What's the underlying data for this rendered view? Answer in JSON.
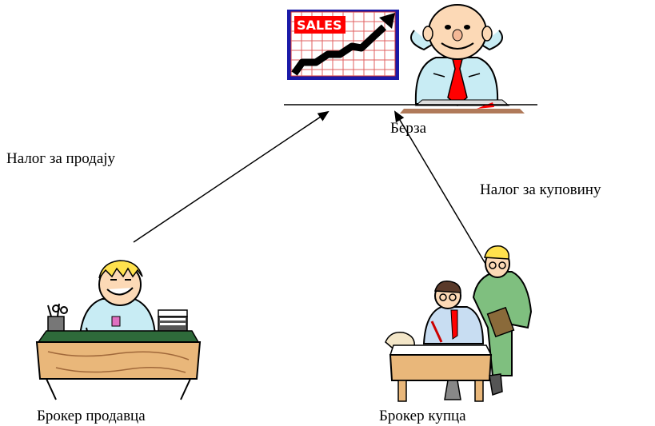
{
  "labels": {
    "exchange": "Берза",
    "sell_order": "Налог за продају",
    "buy_order": "Налог за куповину",
    "seller_broker": "Брокер продавца",
    "buyer_broker": "Брокер купца"
  },
  "chart_sign": {
    "text": "SALES"
  },
  "colors": {
    "chart_red": "#ff0000",
    "chart_grid": "#e06060",
    "shirt_blue": "#c8ecf4",
    "tie_red": "#ff0000",
    "desk_wood": "#e9b77a",
    "jacket_green": "#7fbf7f",
    "skin": "#fcd9b6"
  },
  "icons": [
    "sales-chart-icon",
    "exchange-man-icon",
    "seller-broker-icon",
    "buyer-broker-icon"
  ]
}
